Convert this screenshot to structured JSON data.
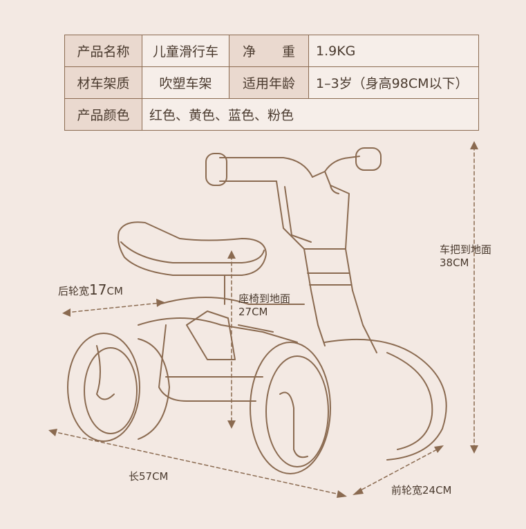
{
  "specs": {
    "row1": {
      "k1": "产品名称",
      "v1": "儿童滑行车",
      "k2": "净　　重",
      "v2": "1.9KG"
    },
    "row2": {
      "k1": "材车架质",
      "v1": "吹塑车架",
      "k2": "适用年龄",
      "v2": "1–3岁（身高98CM以下）"
    },
    "row3": {
      "k1": "产品颜色",
      "v1": "红色、黄色、蓝色、粉色"
    }
  },
  "dimensions": {
    "rear_wheel_prefix": "后轮宽",
    "rear_wheel_num": "17",
    "rear_wheel_unit": "CM",
    "seat_height_label": "座椅到地面",
    "seat_height_value": "27CM",
    "handle_height_label": "车把到地面",
    "handle_height_value": "38CM",
    "length": "长57CM",
    "front_wheel": "前轮宽24CM"
  },
  "colors": {
    "line": "#8a6a50",
    "background": "#f3e9e3"
  },
  "icons": [
    "balance-bike-illustration",
    "dimension-arrow"
  ]
}
